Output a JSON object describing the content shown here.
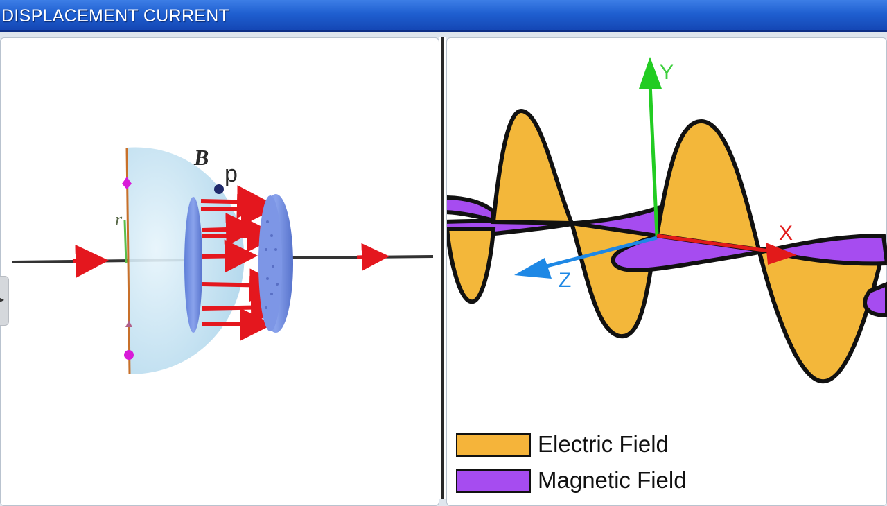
{
  "header": {
    "title": "DISPLACEMENT CURRENT"
  },
  "left_diagram": {
    "labels": {
      "b": "B",
      "p": "p",
      "r": "r"
    },
    "colors": {
      "hemisphere": "#bfe0f0",
      "plate": "#6f8fe0",
      "arrow": "#e4171e",
      "axis": "#333333",
      "marker": "#d81ad8"
    }
  },
  "right_diagram": {
    "axes": {
      "y": "Y",
      "x": "X",
      "z": "Z"
    },
    "colors": {
      "electric": "#f3b73a",
      "magnetic": "#a64cf0",
      "y_axis": "#22cc22",
      "x_axis": "#e21a1a",
      "z_axis": "#1e88e5"
    }
  },
  "legend": {
    "items": [
      {
        "label": "Electric Field",
        "color": "#f5b43a"
      },
      {
        "label": "Magnetic Field",
        "color": "#a64cf0"
      }
    ]
  }
}
